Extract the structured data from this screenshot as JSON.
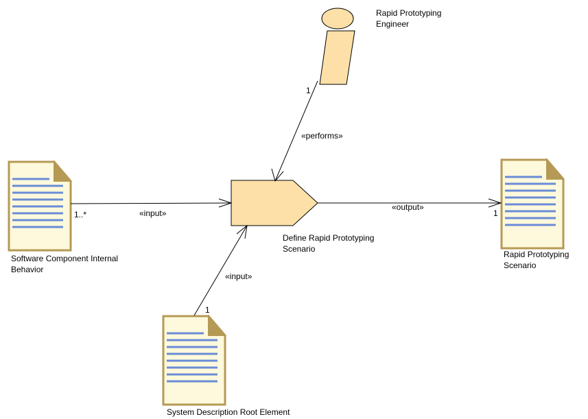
{
  "diagram": {
    "colors": {
      "fill": "#FCE0A8",
      "doc_fill": "#FEF9DC",
      "doc_border": "#B59A55",
      "doc_lines": "#6A8BD6",
      "line": "#000000"
    },
    "role": {
      "icon": "role-icon",
      "name_line1": "Rapid Prototyping",
      "name_line2": "Engineer"
    },
    "task": {
      "icon": "task-icon",
      "name_line1": "Define Rapid Prototyping",
      "name_line2": "Scenario"
    },
    "products": {
      "software_component": {
        "icon": "work-product-document-icon",
        "name_line1": "Software Component Internal",
        "name_line2": "Behavior"
      },
      "system_description": {
        "icon": "work-product-document-icon",
        "name": "System Description Root Element"
      },
      "output_scenario": {
        "icon": "work-product-document-icon",
        "name_line1": "Rapid Prototyping",
        "name_line2": "Scenario"
      }
    },
    "relations": {
      "performs": {
        "stereotype": "«performs»",
        "multiplicity": "1"
      },
      "input_software": {
        "stereotype": "«input»",
        "multiplicity": "1..*"
      },
      "input_system": {
        "stereotype": "«input»",
        "multiplicity": "1"
      },
      "output": {
        "stereotype": "«output»",
        "multiplicity": "1"
      }
    }
  }
}
